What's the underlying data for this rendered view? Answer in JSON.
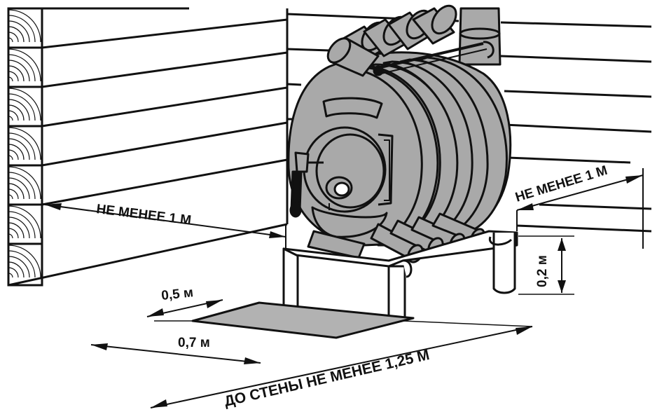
{
  "labels": {
    "side_wall_clearance": "НЕ МЕНЕЕ 1 М",
    "back_wall_clearance": "НЕ МЕНЕЕ 1 М",
    "leg_height": "0,2 м",
    "sheet_width": "0,5 м",
    "sheet_length": "0,7 м",
    "front_clearance": "ДО СТЕНЫ НЕ МЕНЕЕ 1,25 М"
  },
  "colors": {
    "stove_fill": "#a9a9a9",
    "sheet_fill": "#b2b2b2",
    "line": "#111111",
    "background": "#ffffff"
  }
}
